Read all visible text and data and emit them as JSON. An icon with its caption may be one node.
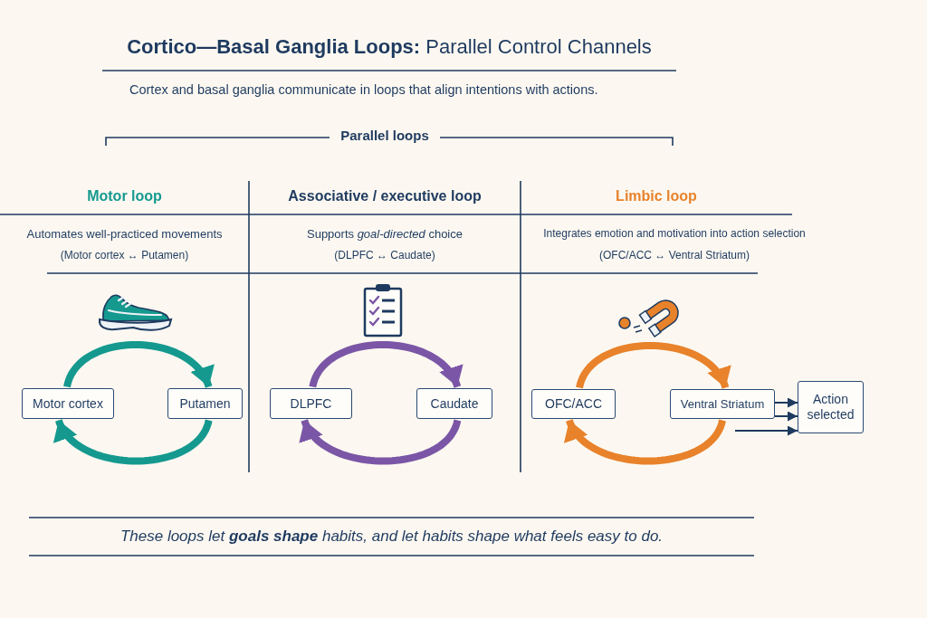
{
  "diagram": {
    "title": "**Cortico—Basal Ganglia Loops:** Parallel Control Channels",
    "caption": "These loops let **goals shape** habits, and let habits shape what feels easy to do.",
    "nodes": [
      {
        "text": [
          "Motor cortex"
        ]
      },
      {
        "text": [
          "Putamen"
        ]
      },
      {
        "text": [
          "DLPFC"
        ]
      },
      {
        "text": [
          "Caudate"
        ]
      },
      {
        "text": [
          "OFC/ACC"
        ]
      },
      {
        "text": [
          "Ventral Striatum"
        ]
      },
      {
        "text": [
          "Action selected"
        ]
      }
    ],
    "edges": [
      {
        "from": 0,
        "to": 1,
        "arrow": "to",
        "color": "#15998f"
      },
      {
        "from": 1,
        "to": 0,
        "arrow": "to",
        "color": "#15998f"
      },
      {
        "from": 2,
        "to": 3,
        "arrow": "to",
        "color": "#7b56a6"
      },
      {
        "from": 3,
        "to": 2,
        "arrow": "to",
        "color": "#7b56a6"
      },
      {
        "from": 4,
        "to": 5,
        "arrow": "to",
        "color": "#e8822b"
      },
      {
        "from": 5,
        "to": 4,
        "arrow": "to",
        "color": "#e8822b"
      },
      {
        "from": 5,
        "to": 6,
        "arrow": "to"
      },
      {
        "from": 5,
        "to": 6,
        "arrow": "to"
      },
      {
        "from": null,
        "to": 6,
        "arrow": "to"
      }
    ],
    "labels": [
      "Cortex and basal ganglia communicate in loops that align intentions with actions.",
      "Parallel loops",
      "Motor loop",
      "Associative / executive loop",
      "Limbic loop",
      "Automates well-practiced movements",
      "(Motor cortex ↔ Putamen)",
      "Supports *goal-directed* choice",
      "(DLPFC ↔ Caudate)",
      "Integrates emotion and motivation into action selection",
      "(OFC/ACC ↔ Ventral Striatum)"
    ]
  }
}
